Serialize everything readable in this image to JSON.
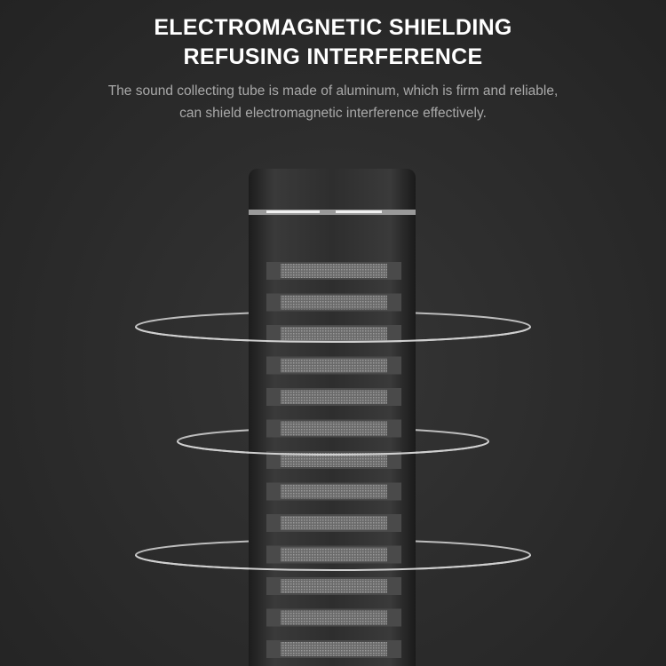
{
  "heading": {
    "line1": "ELECTROMAGNETIC SHIELDING",
    "line2": "REFUSING INTERFERENCE"
  },
  "description": {
    "line1": "The sound collecting tube is made of aluminum, which is firm and reliable,",
    "line2": "can shield electromagnetic interference effectively."
  },
  "colors": {
    "background": "#2b2b2b",
    "title": "#ffffff",
    "subtitle": "#a9a9a9"
  }
}
